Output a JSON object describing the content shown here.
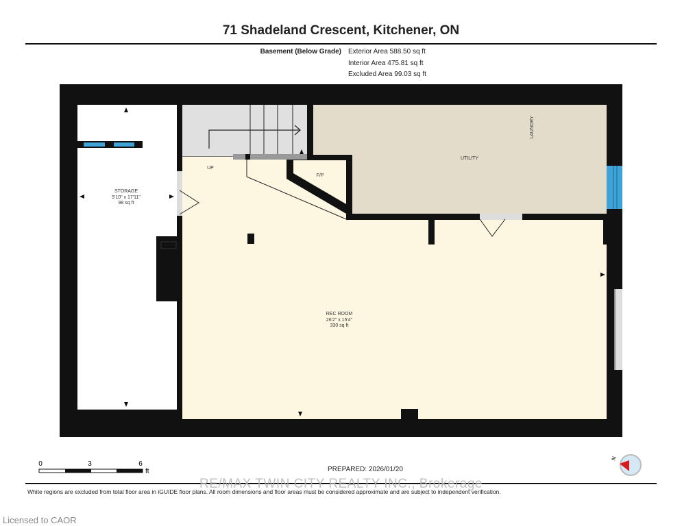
{
  "header": {
    "title": "71 Shadeland Crescent, Kitchener, ON",
    "level": "Basement (Below Grade)",
    "exterior_area": "Exterior Area 588.50 sq ft",
    "interior_area": "Interior Area 475.81 sq ft",
    "excluded_area": "Excluded Area 99.03 sq ft"
  },
  "rooms": {
    "storage": {
      "name": "STORAGE",
      "dims": "5'10\" x 17'11\"",
      "area": "98 sq ft"
    },
    "rec_room": {
      "name": "REC ROOM",
      "dims": "26'2\" x 15'4\"",
      "area": "330 sq ft"
    },
    "utility": {
      "name": "UTILITY"
    },
    "laundry": {
      "name": "LAUNDRY"
    },
    "stairs": {
      "name": "UP"
    },
    "fireplace": {
      "name": "F/P"
    }
  },
  "colors": {
    "wall": "#111111",
    "rec_room": "#fdf6e1",
    "utility": "#e4dccb",
    "stairs": "#e0e0e0",
    "window": "#3fa3d6",
    "compass_needle": "#d61c1c"
  },
  "scale": {
    "ticks": [
      "0",
      "3",
      "6"
    ],
    "unit": "ft"
  },
  "footer": {
    "prepared": "PREPARED: 2026/01/20",
    "compass_label": "N",
    "watermark": "RE/MAX TWIN CITY REALTY INC., Brokerage",
    "disclaimer": "White regions are excluded from total floor area in iGUIDE floor plans. All room dimensions and floor areas must be considered approximate and are subject to independent verification.",
    "licensed": "Licensed to CAOR"
  }
}
